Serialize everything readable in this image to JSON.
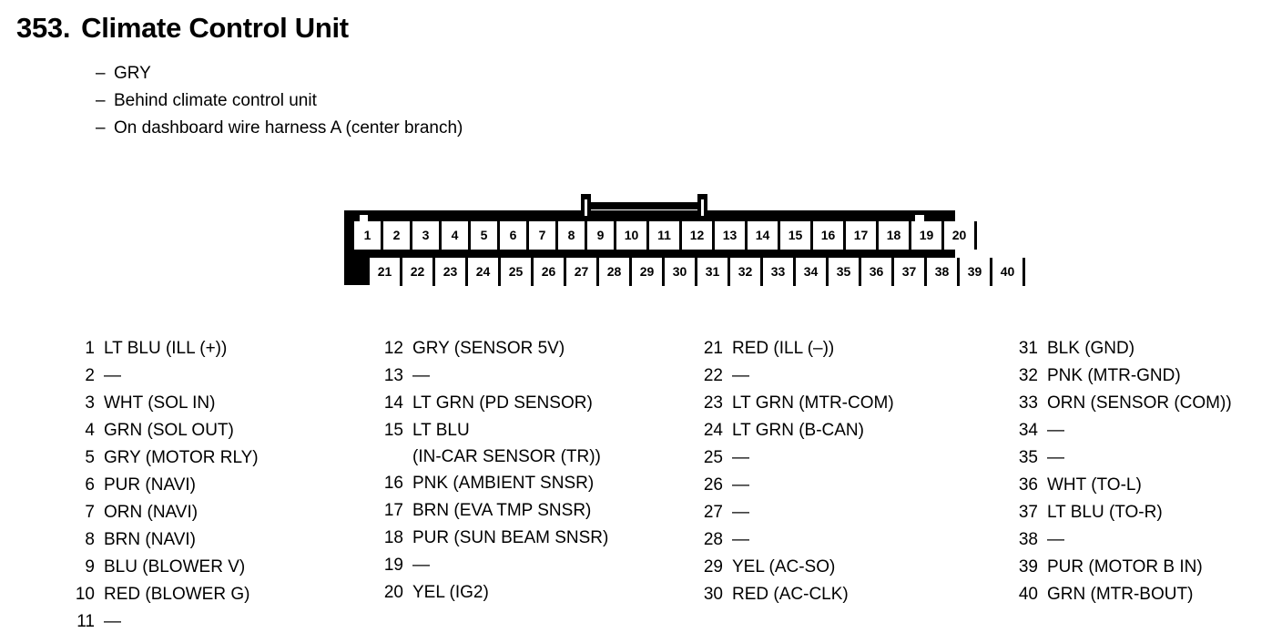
{
  "header": {
    "title_number": "353.",
    "title_text": "Climate Control Unit",
    "dash": "–",
    "notes": [
      "GRY",
      "Behind climate control unit",
      "On dashboard wire harness A (center branch)"
    ]
  },
  "connector": {
    "top_row": [
      "1",
      "2",
      "3",
      "4",
      "5",
      "6",
      "7",
      "8",
      "9",
      "10",
      "11",
      "12",
      "13",
      "14",
      "15",
      "16",
      "17",
      "18",
      "19",
      "20"
    ],
    "bottom_row": [
      "21",
      "22",
      "23",
      "24",
      "25",
      "26",
      "27",
      "28",
      "29",
      "30",
      "31",
      "32",
      "33",
      "34",
      "35",
      "36",
      "37",
      "38",
      "39",
      "40"
    ]
  },
  "legend": {
    "empty": "—",
    "columns": [
      {
        "rows": [
          {
            "num": "1",
            "label": "LT BLU (ILL (+))"
          },
          {
            "num": "2",
            "label": "—"
          },
          {
            "num": "3",
            "label": "WHT (SOL IN)"
          },
          {
            "num": "4",
            "label": "GRN (SOL OUT)"
          },
          {
            "num": "5",
            "label": "GRY (MOTOR RLY)"
          },
          {
            "num": "6",
            "label": "PUR (NAVI)"
          },
          {
            "num": "7",
            "label": "ORN (NAVI)"
          },
          {
            "num": "8",
            "label": "BRN (NAVI)"
          },
          {
            "num": "9",
            "label": "BLU (BLOWER V)"
          },
          {
            "num": "10",
            "label": "RED (BLOWER G)"
          },
          {
            "num": "11",
            "label": "—"
          }
        ]
      },
      {
        "rows": [
          {
            "num": "12",
            "label": "GRY (SENSOR 5V)"
          },
          {
            "num": "13",
            "label": "—"
          },
          {
            "num": "14",
            "label": "LT GRN (PD SENSOR)"
          },
          {
            "num": "15",
            "label": "LT BLU"
          },
          {
            "num": "",
            "label": "(IN-CAR SENSOR (TR))",
            "continuation": true
          },
          {
            "num": "16",
            "label": "PNK (AMBIENT SNSR)"
          },
          {
            "num": "17",
            "label": "BRN (EVA TMP SNSR)"
          },
          {
            "num": "18",
            "label": "PUR (SUN BEAM SNSR)"
          },
          {
            "num": "19",
            "label": "—"
          },
          {
            "num": "20",
            "label": "YEL (IG2)"
          }
        ]
      },
      {
        "rows": [
          {
            "num": "21",
            "label": "RED (ILL (–))"
          },
          {
            "num": "22",
            "label": "—"
          },
          {
            "num": "23",
            "label": "LT GRN (MTR-COM)"
          },
          {
            "num": "24",
            "label": "LT GRN (B-CAN)"
          },
          {
            "num": "25",
            "label": "—"
          },
          {
            "num": "26",
            "label": "—"
          },
          {
            "num": "27",
            "label": "—"
          },
          {
            "num": "28",
            "label": "—"
          },
          {
            "num": "29",
            "label": "YEL (AC-SO)"
          },
          {
            "num": "30",
            "label": "RED (AC-CLK)"
          }
        ]
      },
      {
        "rows": [
          {
            "num": "31",
            "label": "BLK (GND)"
          },
          {
            "num": "32",
            "label": "PNK (MTR-GND)"
          },
          {
            "num": "33",
            "label": "ORN (SENSOR (COM))"
          },
          {
            "num": "34",
            "label": "—"
          },
          {
            "num": "35",
            "label": "—"
          },
          {
            "num": "36",
            "label": "WHT (TO-L)"
          },
          {
            "num": "37",
            "label": "LT BLU (TO-R)"
          },
          {
            "num": "38",
            "label": "—"
          },
          {
            "num": "39",
            "label": "PUR (MOTOR B IN)"
          },
          {
            "num": "40",
            "label": "GRN (MTR-BOUT)"
          }
        ]
      }
    ]
  },
  "colors": {
    "ink": "#000000",
    "paper": "#ffffff"
  }
}
